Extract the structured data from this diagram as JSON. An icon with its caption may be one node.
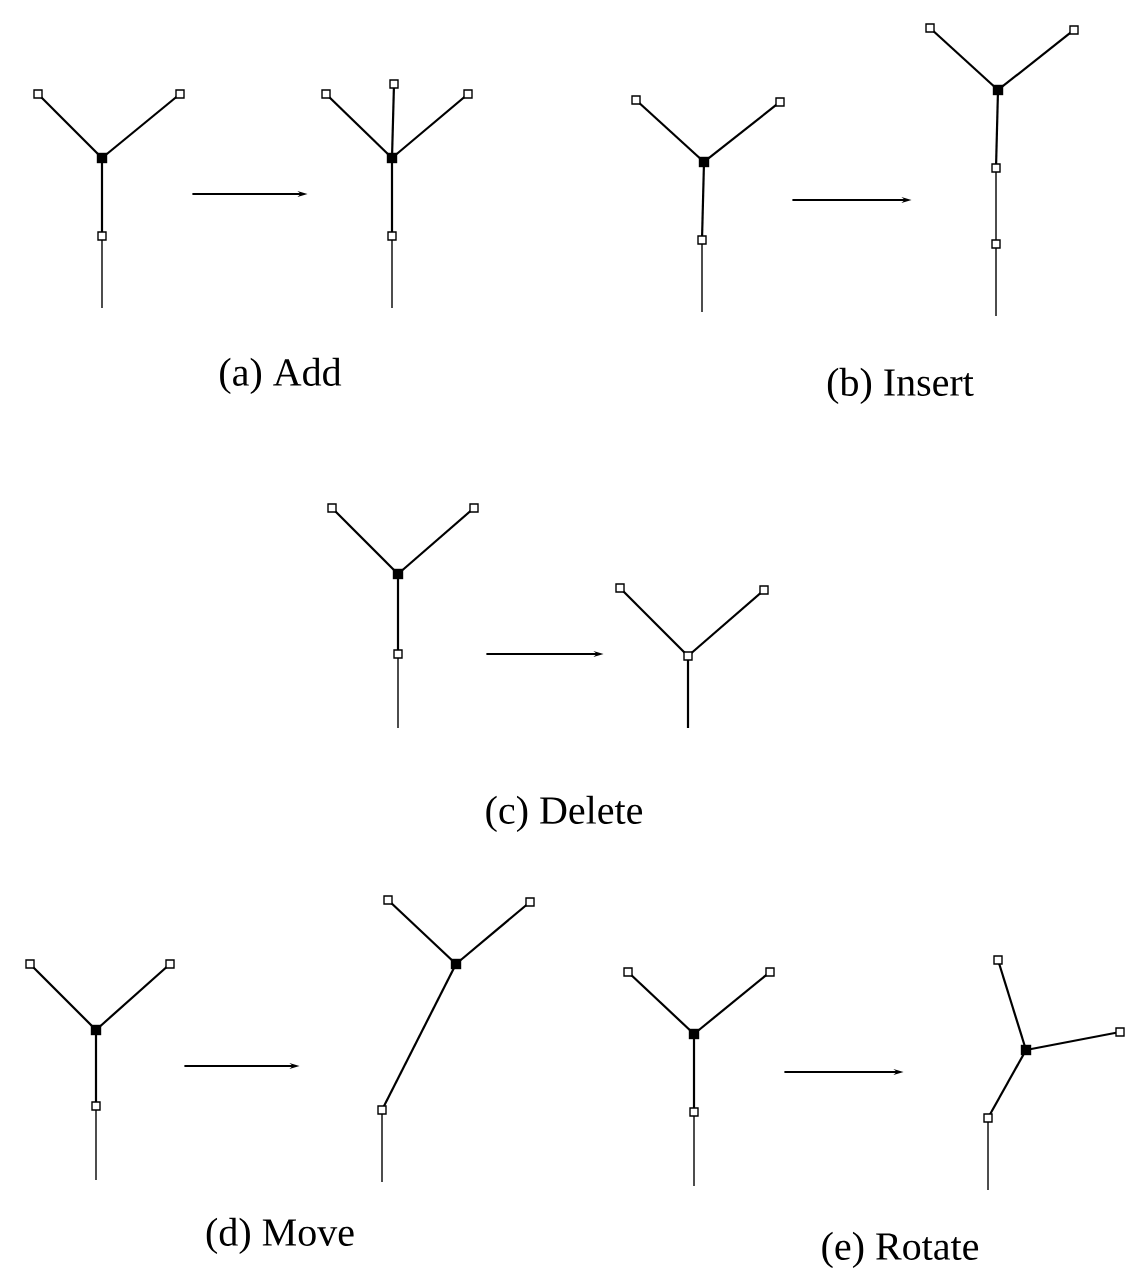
{
  "diagram": {
    "nodes": [
      {
        "text": [],
        "shape": "picture"
      },
      {
        "text": [],
        "shape": "picture"
      },
      {
        "text": [],
        "shape": "picture"
      },
      {
        "text": [],
        "shape": "picture"
      },
      {
        "text": [],
        "shape": "picture"
      },
      {
        "text": [],
        "shape": "picture"
      },
      {
        "text": [],
        "shape": "picture"
      },
      {
        "text": [],
        "shape": "picture"
      },
      {
        "text": [],
        "shape": "picture"
      },
      {
        "text": [],
        "shape": "picture"
      }
    ],
    "edges": [
      {
        "from": 0,
        "to": 1,
        "arrow": "to"
      },
      {
        "from": 2,
        "to": 3,
        "arrow": "to"
      },
      {
        "from": 4,
        "to": 5,
        "arrow": "to"
      },
      {
        "from": 6,
        "to": 7,
        "arrow": "to"
      },
      {
        "from": 8,
        "to": 9,
        "arrow": "to"
      }
    ],
    "labels": [
      "(a) Add",
      "(b) Insert",
      "(c) Delete",
      "(d) Move",
      "(e) Rotate"
    ]
  }
}
